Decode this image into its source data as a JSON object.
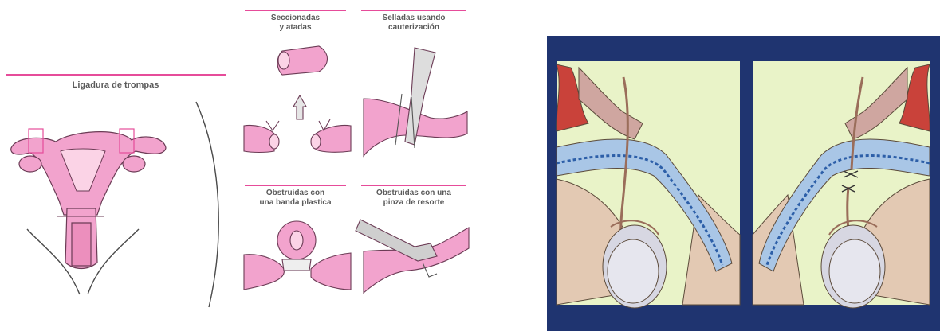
{
  "colors": {
    "accent_line": "#e64c9a",
    "tissue_pink": "#f2a3cd",
    "tissue_outline": "#6b3b55",
    "label_gray": "#5a5a5a",
    "navy_frame": "#1f3470",
    "pale_green_bg": "#e9f3c8"
  },
  "left": {
    "main_label": "Ligadura de trompas",
    "methods": [
      {
        "label": "Seccionadas\ny atadas"
      },
      {
        "label": "Selladas usando\ncauterización"
      },
      {
        "label": "Obstruidas con\nuna banda plastica"
      },
      {
        "label": "Obstruidas con una\npinza de resorte"
      }
    ]
  },
  "right": {
    "panels": [
      {
        "view": "before-vasectomy"
      },
      {
        "view": "after-vasectomy"
      }
    ]
  }
}
